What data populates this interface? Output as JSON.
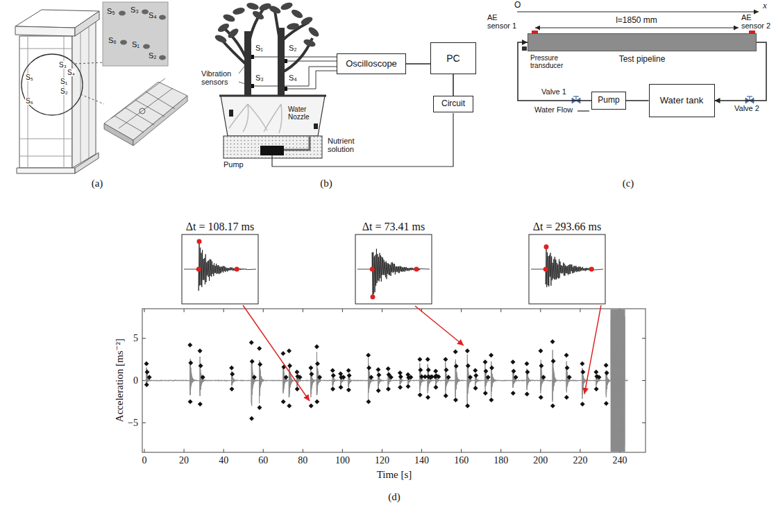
{
  "diagram": {
    "nodes": [
      {
        "text": [
          "Oscilloscope"
        ]
      },
      {
        "text": [
          "PC"
        ]
      },
      {
        "text": [
          "Circuit"
        ]
      },
      {
        "text": [
          "Test pipeline"
        ]
      },
      {
        "text": [
          "Pump"
        ]
      },
      {
        "text": [
          "Water tank"
        ]
      }
    ],
    "edges": [
      {
        "from": 0,
        "to": 1,
        "arrow": "none"
      },
      {
        "from": 1,
        "to": 2,
        "arrow": "none"
      },
      {
        "from": 4,
        "to": 3,
        "arrow": "to"
      },
      {
        "from": 3,
        "to": 5,
        "arrow": "to"
      },
      {
        "from": 4,
        "to": 5,
        "arrow": "none"
      }
    ],
    "labels": [
      "S₅",
      "S₃",
      "S₄",
      "S₆",
      "S₁",
      "S₂",
      "S₃",
      "S₄",
      "S₅",
      "S₁",
      "S₂",
      "S₆",
      "(a)",
      "Vibration sensors",
      "S₁",
      "S₂",
      "S₃",
      "S₄",
      "Water Nozzle",
      "Nutrient solution",
      "Pump",
      "(b)",
      "O",
      "x",
      "AE sensor 1",
      "l=1850 mm",
      "AE sensor 2",
      "Pressure transducer",
      "Valve 1",
      "Water Flow",
      "Valve 2",
      "(c)",
      "Δt = 108.17 ms",
      "Δt = 73.41 ms",
      "Δt = 293.66 ms",
      "Acceleration [ms⁻²]",
      "5",
      "0",
      "−5",
      "0",
      "20",
      "40",
      "60",
      "80",
      "100",
      "120",
      "140",
      "160",
      "180",
      "200",
      "220",
      "240",
      "Time [s]",
      "(d)"
    ]
  }
}
